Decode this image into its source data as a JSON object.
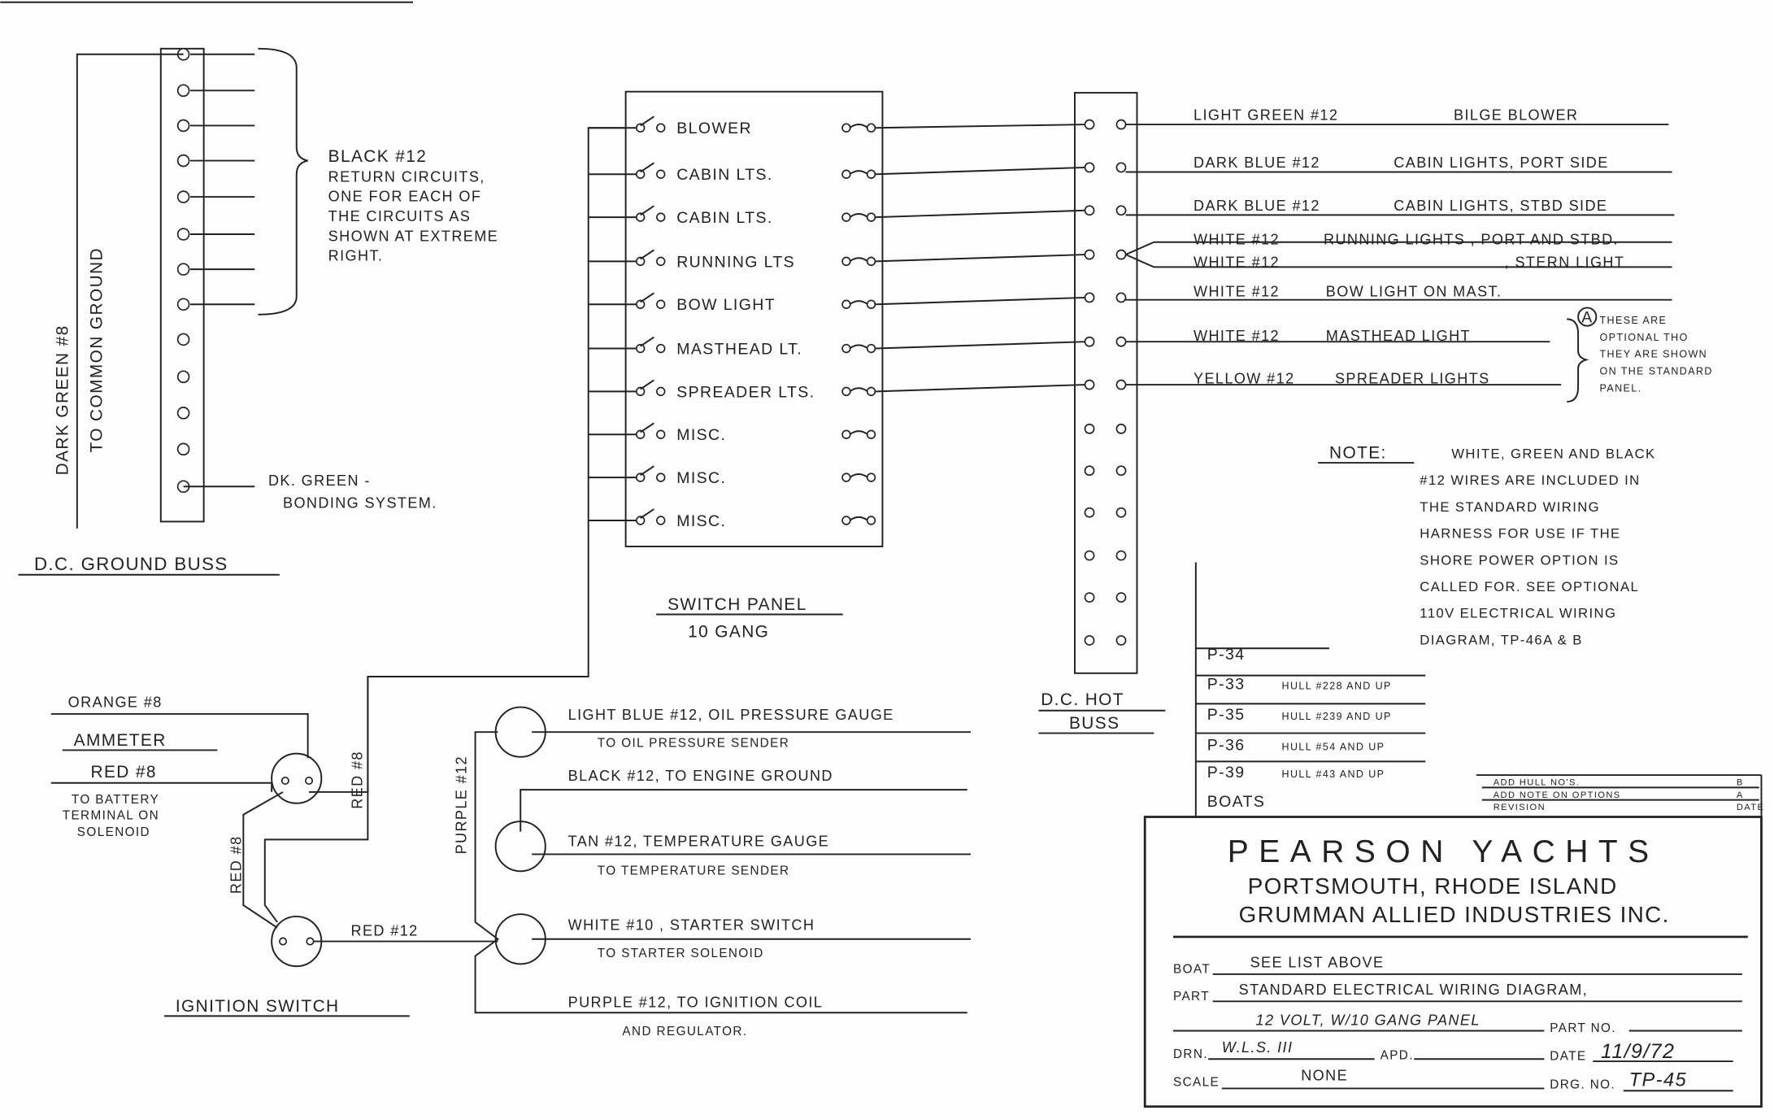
{
  "ground_buss": {
    "title": "D.C. GROUND BUSS",
    "wire_label_1": "DARK GREEN #8",
    "wire_label_2": "TO COMMON GROUND",
    "return_note": [
      "BLACK #12",
      "RETURN CIRCUITS,",
      "ONE FOR EACH OF",
      "THE CIRCUITS AS",
      "SHOWN AT EXTREME",
      "RIGHT."
    ],
    "bonding_1": "DK. GREEN -",
    "bonding_2": "BONDING SYSTEM."
  },
  "switch_panel": {
    "title": "SWITCH PANEL",
    "subtitle": "10 GANG",
    "switches": [
      "BLOWER",
      "CABIN LTS.",
      "CABIN LTS.",
      "RUNNING LTS",
      "BOW LIGHT",
      "MASTHEAD LT.",
      "SPREADER LTS.",
      "MISC.",
      "MISC.",
      "MISC."
    ]
  },
  "hot_buss": {
    "title_1": "D.C. HOT",
    "title_2": "BUSS",
    "circuits": [
      {
        "wire": "LIGHT GREEN #12",
        "load": "BILGE BLOWER"
      },
      {
        "wire": "DARK BLUE #12",
        "load": "CABIN LIGHTS, PORT SIDE"
      },
      {
        "wire": "DARK BLUE #12",
        "load": "CABIN LIGHTS, STBD SIDE"
      },
      {
        "wire": "WHITE #12",
        "load": "RUNNING LIGHTS , PORT AND STBD."
      },
      {
        "wire": "WHITE #12",
        "load": ", STERN LIGHT"
      },
      {
        "wire": "WHITE #12",
        "load": "BOW LIGHT ON MAST."
      },
      {
        "wire": "WHITE #12",
        "load": "MASTHEAD LIGHT"
      },
      {
        "wire": "YELLOW #12",
        "load": "SPREADER LIGHTS"
      }
    ],
    "optional_marker": "A",
    "optional_note": [
      "THESE ARE",
      "OPTIONAL THO",
      "THEY ARE SHOWN",
      "ON THE STANDARD",
      "PANEL."
    ]
  },
  "note": {
    "label": "NOTE:",
    "lines": [
      "WHITE, GREEN AND BLACK",
      "#12 WIRES ARE INCLUDED IN",
      "THE STANDARD WIRING",
      "HARNESS FOR USE IF THE",
      "SHORE POWER OPTION IS",
      "CALLED FOR. SEE OPTIONAL",
      "110V ELECTRICAL WIRING",
      "DIAGRAM, TP-46A & B"
    ]
  },
  "boat_list": [
    {
      "model": "P-34",
      "hulls": ""
    },
    {
      "model": "P-33",
      "hulls": "HULL #228 AND UP"
    },
    {
      "model": "P-35",
      "hulls": "HULL #239 AND UP"
    },
    {
      "model": "P-36",
      "hulls": "HULL #54 AND UP"
    },
    {
      "model": "P-39",
      "hulls": "HULL #43 AND UP"
    },
    {
      "model": "BOATS",
      "hulls": ""
    }
  ],
  "engine": {
    "orange": "ORANGE #8",
    "ammeter": "AMMETER",
    "red8": "RED #8",
    "battery": [
      "TO BATTERY",
      "TERMINAL ON",
      "SOLENOID"
    ],
    "red8_vert_1": "RED #8",
    "red8_vert_2": "RED #8",
    "red12": "RED #12",
    "ignition": "IGNITION SWITCH",
    "purple_vert": "PURPLE #12",
    "gauges": [
      {
        "l1": "LIGHT BLUE #12, OIL PRESSURE GAUGE",
        "l2": "TO OIL PRESSURE SENDER"
      },
      {
        "l1": "BLACK #12, TO ENGINE GROUND",
        "l2": ""
      },
      {
        "l1": "TAN #12, TEMPERATURE GAUGE",
        "l2": "TO TEMPERATURE SENDER"
      },
      {
        "l1": "WHITE #10 , STARTER SWITCH",
        "l2": "TO STARTER SOLENOID"
      },
      {
        "l1": "PURPLE #12, TO IGNITION COIL",
        "l2": "AND REGULATOR."
      }
    ]
  },
  "revisions": [
    {
      "desc": "ADD HULL NO'S.",
      "mark": "B"
    },
    {
      "desc": "ADD NOTE ON OPTIONS",
      "mark": "A"
    },
    {
      "desc": "REVISION",
      "mark": "DATE"
    }
  ],
  "title_block": {
    "company": "PEARSON YACHTS",
    "location": "PORTSMOUTH, RHODE ISLAND",
    "parent": "GRUMMAN ALLIED INDUSTRIES INC.",
    "boat_label": "BOAT",
    "boat": "SEE LIST ABOVE",
    "part_label": "PART",
    "part": "STANDARD ELECTRICAL WIRING DIAGRAM,",
    "part2": "12 VOLT, W/10 GANG PANEL",
    "partno_label": "PART NO.",
    "drn_label": "DRN.",
    "drn": "W.L.S. III",
    "apd_label": "APD.",
    "date_label": "DATE",
    "date": "11/9/72",
    "scale_label": "SCALE",
    "scale": "NONE",
    "drg_label": "DRG. NO.",
    "drg": "TP-45"
  }
}
